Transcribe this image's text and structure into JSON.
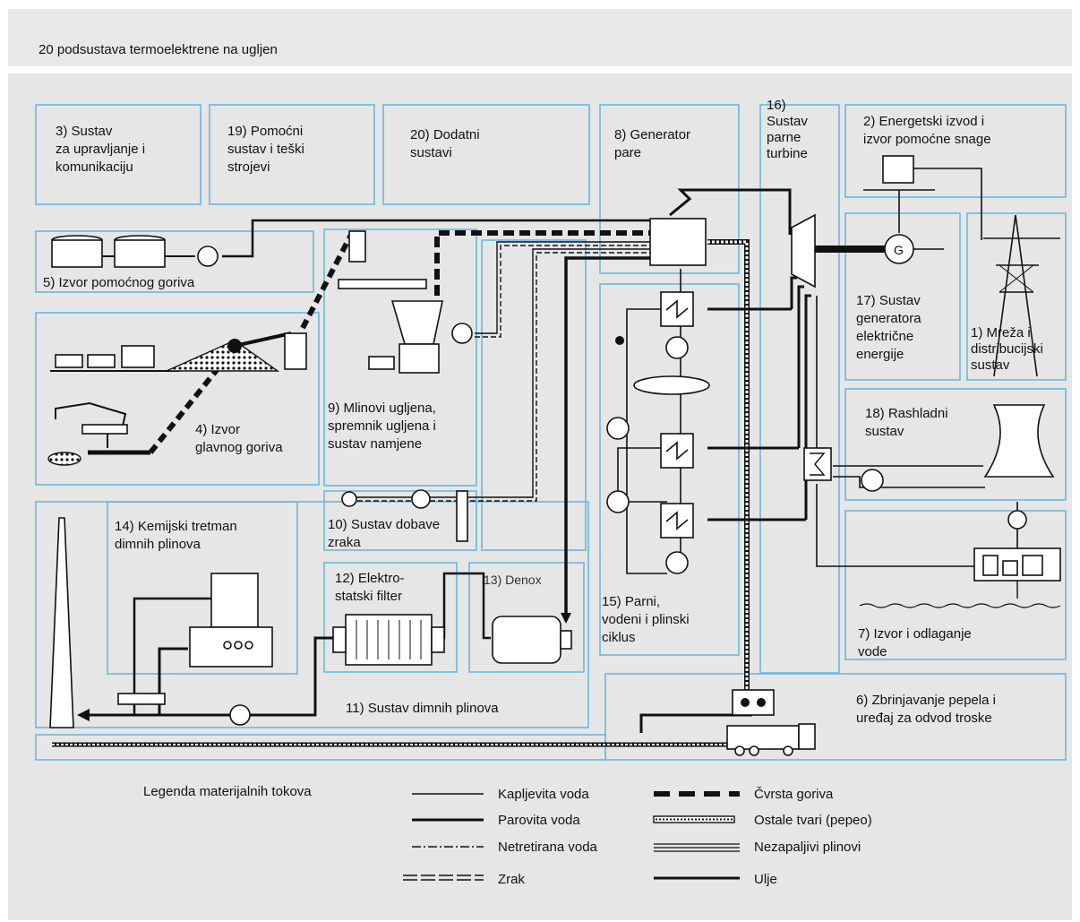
{
  "title": "20 podsustava termoelektrene na ugljen",
  "subsystems": {
    "s1": [
      "1) Mreža i",
      "distribucijski",
      "sustav"
    ],
    "s2": [
      "2) Energetski izvod i",
      "izvor pomoćne snage"
    ],
    "s3": [
      "3) Sustav",
      "za upravljanje i",
      "komunikaciju"
    ],
    "s4": [
      "4) Izvor",
      "glavnog goriva"
    ],
    "s5": [
      "5) Izvor pomoćnog goriva"
    ],
    "s6": [
      "6) Zbrinjavanje pepela i",
      "uređaj za odvod troske"
    ],
    "s7": [
      "7) Izvor i odlaganje",
      "vode"
    ],
    "s8": [
      "8) Generator",
      "pare"
    ],
    "s9": [
      "9) Mlinovi ugljena,",
      "spremnik ugljena i",
      "sustav namjene"
    ],
    "s10": [
      "10) Sustav dobave",
      "zraka"
    ],
    "s11": [
      "11) Sustav dimnih plinova"
    ],
    "s12": [
      "12) Elektro-",
      "statski filter"
    ],
    "s13": [
      "13) Denox"
    ],
    "s14": [
      "14) Kemijski tretman",
      "dimnih plinova"
    ],
    "s15": [
      "15) Parni,",
      "vodeni i plinski",
      "ciklus"
    ],
    "s16": [
      "16)",
      "Sustav",
      "parne",
      "turbine"
    ],
    "s17": [
      "17) Sustav",
      "generatora",
      "električne",
      "energije"
    ],
    "s18": [
      "18) Rashladni",
      "sustav"
    ],
    "s19": [
      "19) Pomoćni",
      "sustav i teški",
      "strojevi"
    ],
    "s20": [
      "20) Dodatni",
      "sustavi"
    ]
  },
  "generator_symbol": "G",
  "legend": {
    "title": "Legenda materijalnih tokova",
    "items": [
      {
        "label": "Kapljevita voda",
        "style": "thin"
      },
      {
        "label": "Parovita voda",
        "style": "thick"
      },
      {
        "label": "Netretirana voda",
        "style": "dash-dot"
      },
      {
        "label": "Zrak",
        "style": "double-dashed"
      },
      {
        "label": "Čvrsta goriva",
        "style": "solid-fuel"
      },
      {
        "label": "Ostale tvari (pepeo)",
        "style": "ash"
      },
      {
        "label": "Nezapaljivi plinovi",
        "style": "triple"
      },
      {
        "label": "Ulje",
        "style": "oil"
      }
    ]
  },
  "colors": {
    "box_border": "#6cb6e0",
    "panel": "#e6e6e6",
    "line": "#111111"
  }
}
